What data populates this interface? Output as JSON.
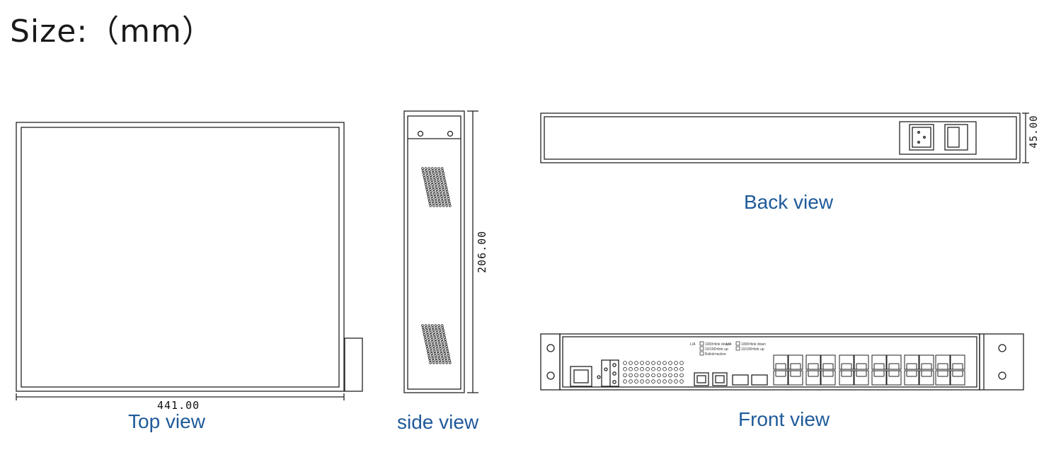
{
  "header": {
    "title": "Size:（mm）"
  },
  "views": {
    "top": {
      "caption": "Top view",
      "width_dim": "441.00"
    },
    "side": {
      "caption": "side view",
      "depth_dim": "206.00"
    },
    "back": {
      "caption": "Back view",
      "height_dim": "45.00"
    },
    "front": {
      "caption": "Front view",
      "led_legend": {
        "group1": {
          "tag": "L/A",
          "lines": [
            "1000=link down",
            "10/100=link up",
            "Rxlink=active"
          ]
        },
        "group2": {
          "tag": "L/A",
          "lines": [
            "1000=link down",
            "10/100=link up"
          ]
        }
      }
    }
  },
  "colors": {
    "line": "#222222",
    "caption": "#1f5a9a",
    "title": "#1a1a1a"
  }
}
